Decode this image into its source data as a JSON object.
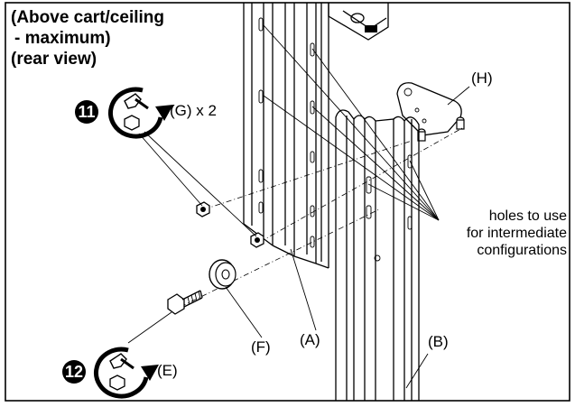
{
  "title": {
    "line1": "(Above cart/ceiling",
    "line2": "- maximum)",
    "line3": "(rear view)"
  },
  "steps": [
    {
      "number": "11",
      "icon": "wrench-rotate-icon",
      "label": "(G) x 2"
    },
    {
      "number": "12",
      "icon": "wrench-rotate-icon",
      "label": "(E)"
    }
  ],
  "callouts": {
    "bracket": "(H)",
    "holes_line1": "holes to use",
    "holes_line2": "for intermediate",
    "holes_line3": "configurations",
    "washer": "(F)",
    "inner_column": "(A)",
    "outer_column": "(B)"
  }
}
